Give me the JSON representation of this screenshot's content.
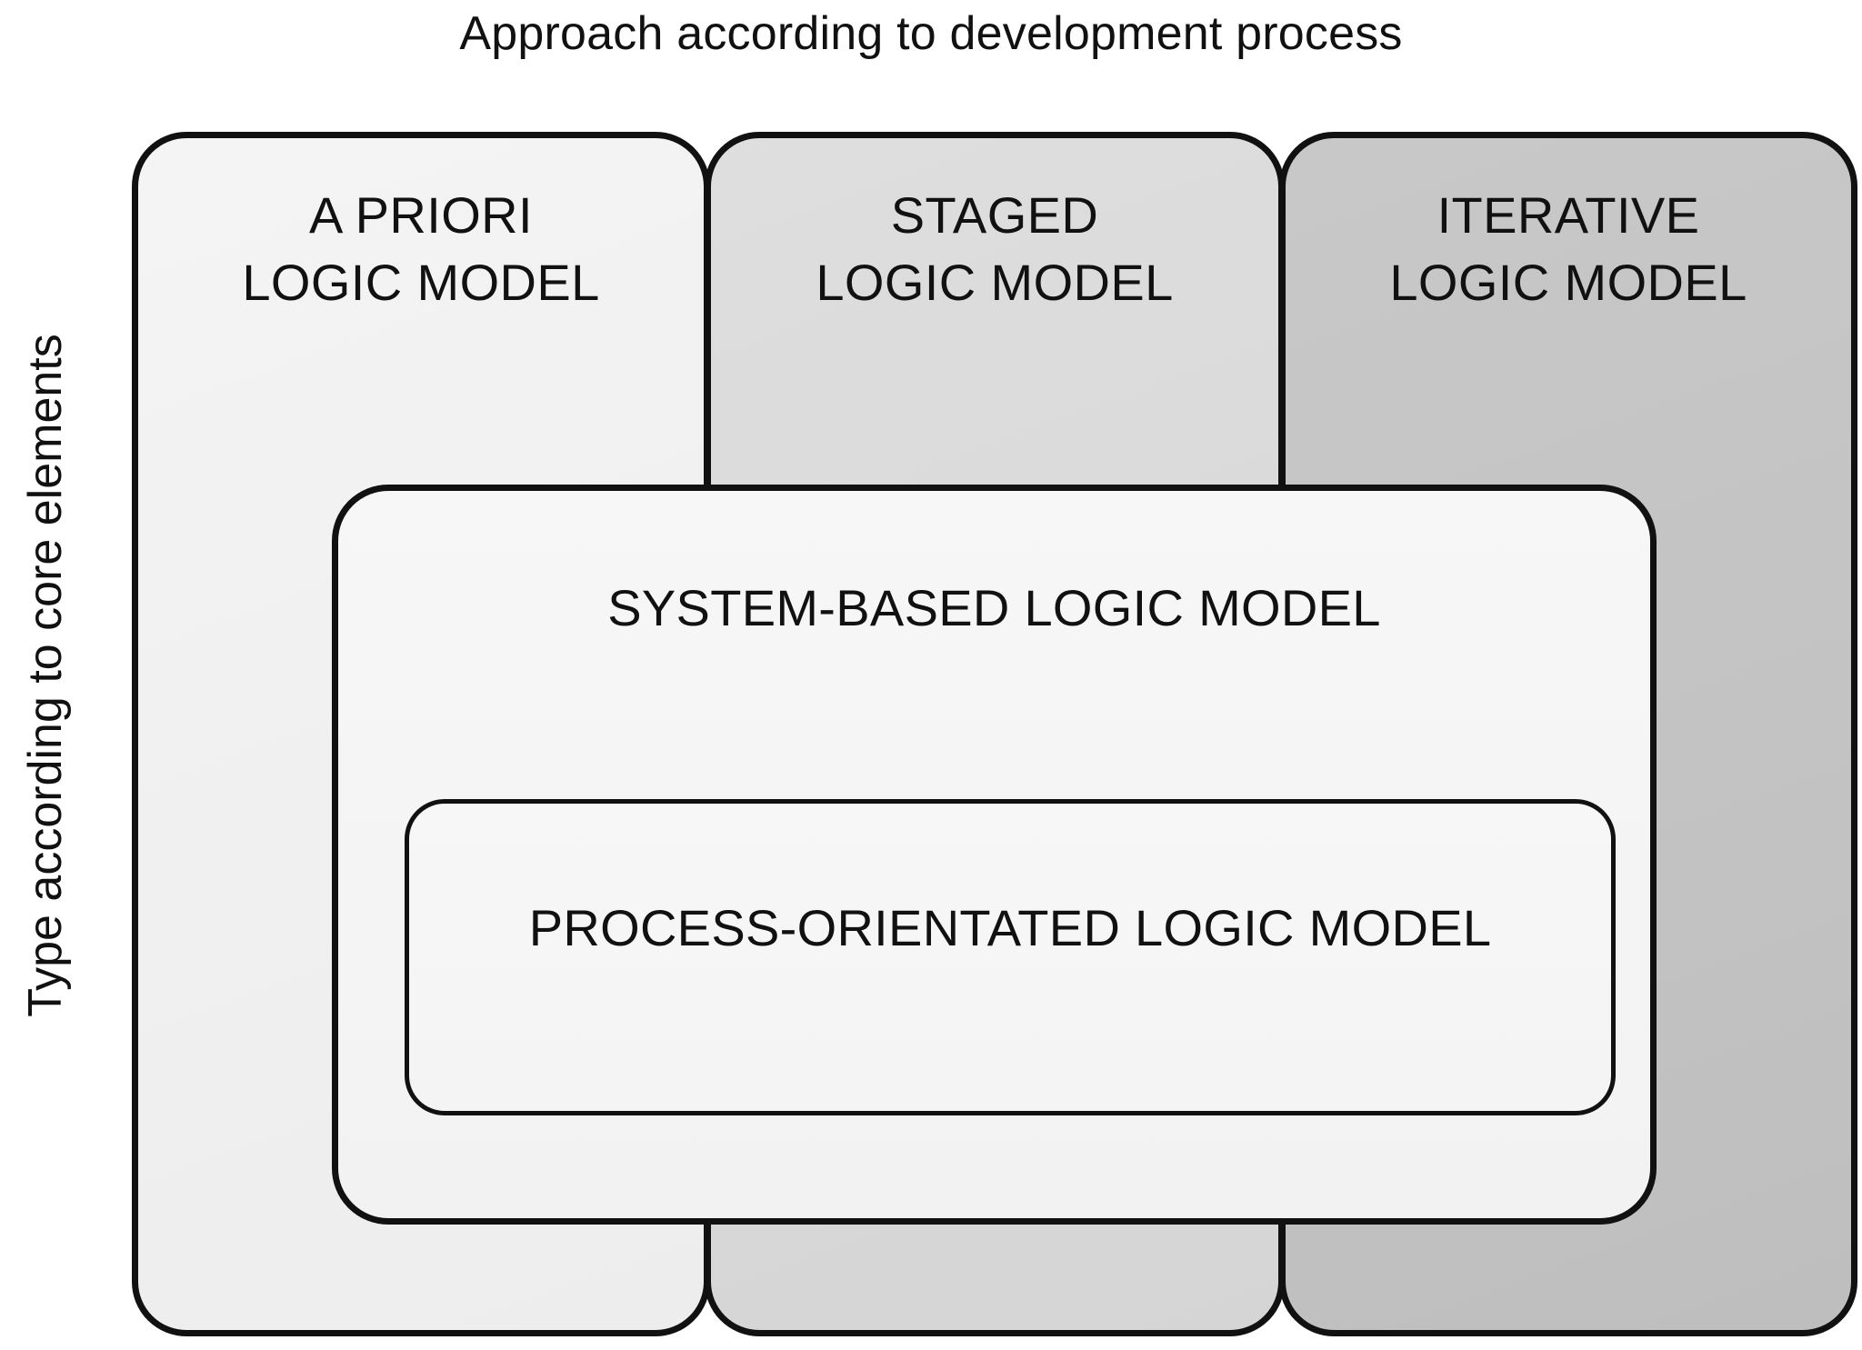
{
  "figure": {
    "top_axis_title": "Approach according to development process",
    "left_axis_title": "Type according to core elements"
  },
  "columns": [
    {
      "id": "a-priori",
      "line1": "A PRIORI",
      "line2": "LOGIC MODEL",
      "fill": "#f1f1f1"
    },
    {
      "id": "staged",
      "line1": "STAGED",
      "line2": "LOGIC MODEL",
      "fill": "#d9d9d9"
    },
    {
      "id": "iterative",
      "line1": "ITERATIVE",
      "line2": "LOGIC MODEL",
      "fill": "#c3c3c3"
    }
  ],
  "overlays": [
    {
      "id": "system-based",
      "label": "SYSTEM-BASED LOGIC MODEL",
      "fill": "#f4f4f4"
    },
    {
      "id": "process-orientated",
      "label": "PROCESS-ORIENTATED LOGIC MODEL",
      "fill": "#f4f4f4"
    }
  ],
  "style": {
    "stroke": "#111111",
    "background": "#ffffff"
  }
}
